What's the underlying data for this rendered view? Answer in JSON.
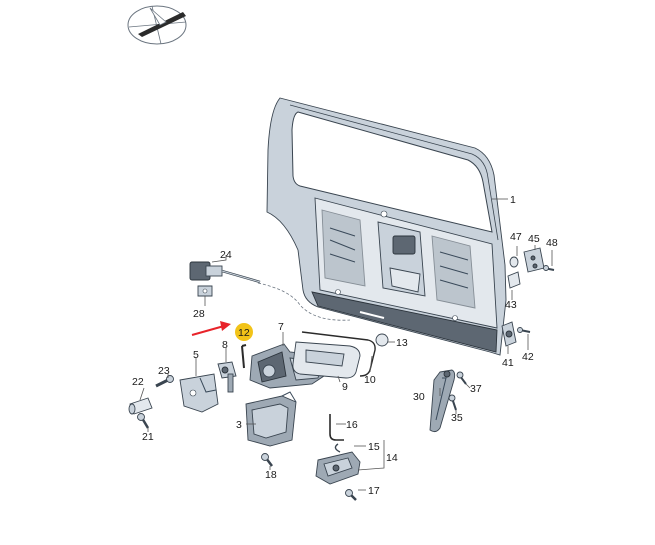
{
  "callouts": {
    "p1": "1",
    "p3": "3",
    "p5": "5",
    "p7": "7",
    "p8": "8",
    "p9": "9",
    "p10": "10",
    "p12": "12",
    "p13": "13",
    "p14": "14",
    "p15": "15",
    "p16": "16",
    "p17": "17",
    "p18": "18",
    "p21": "21",
    "p22": "22",
    "p23": "23",
    "p24": "24",
    "p28": "28",
    "p30": "30",
    "p35": "35",
    "p37": "37",
    "p41": "41",
    "p42": "42",
    "p43": "43",
    "p45": "45",
    "p47": "47",
    "p48": "48"
  },
  "colors": {
    "highlight_badge": "#f2c318",
    "arrow": "#e8232a"
  }
}
